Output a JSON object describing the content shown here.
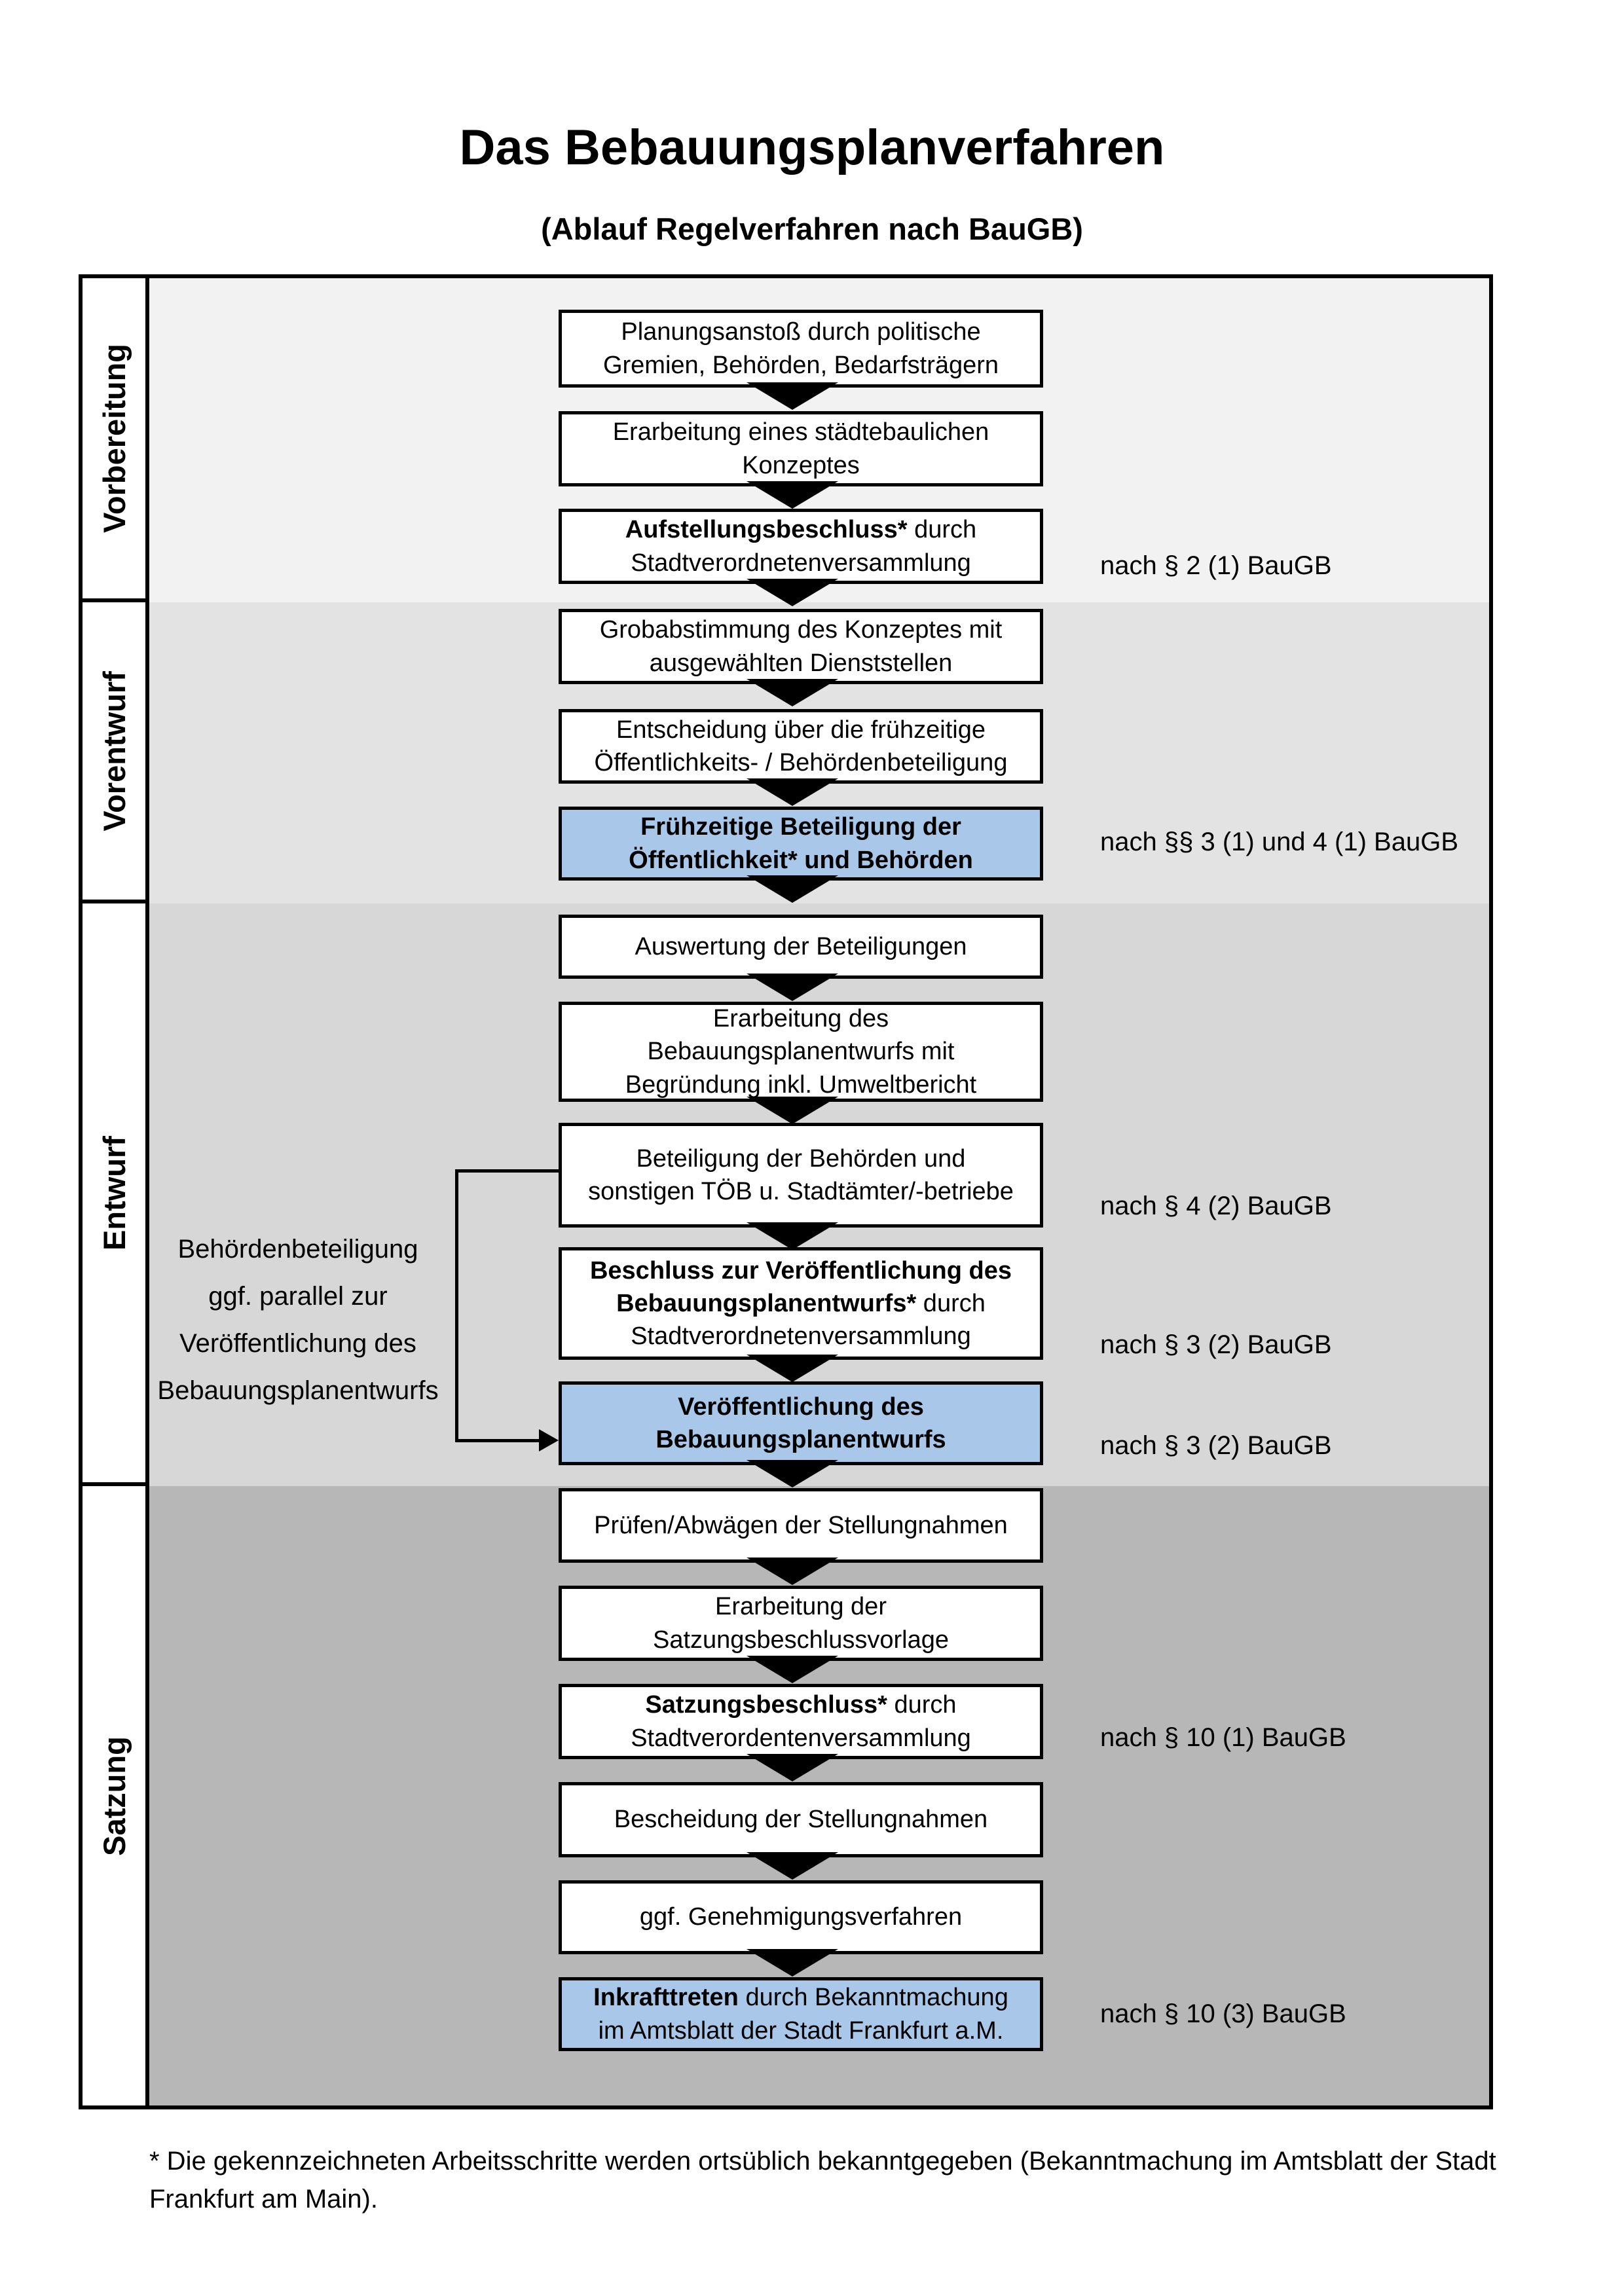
{
  "title": "Das Bebauungsplanverfahren",
  "subtitle": "(Ablauf Regelverfahren nach BauGB)",
  "colors": {
    "highlight_box": "#a9c7e8",
    "box_border": "#000000",
    "phase_band_1": "#f2f2f2",
    "phase_band_2": "#e3e3e3",
    "phase_band_3": "#d7d7d7",
    "phase_band_4": "#b7b7b7"
  },
  "phases": [
    {
      "label": "Vorbereitung",
      "color": "#f2f2f2"
    },
    {
      "label": "Vorentwurf",
      "color": "#e3e3e3"
    },
    {
      "label": "Entwurf",
      "color": "#d7d7d7"
    },
    {
      "label": "Satzung",
      "color": "#b7b7b7"
    }
  ],
  "boxes": [
    {
      "bold": "",
      "text": "Planungsanstoß durch politische\nGremien, Behörden, Bedarfsträgern",
      "highlight": false
    },
    {
      "bold": "",
      "text": "Erarbeitung eines städtebaulichen\nKonzeptes",
      "highlight": false
    },
    {
      "bold": "Aufstellungsbeschluss*",
      "text": " durch\nStadtverordnetenversammlung",
      "highlight": false
    },
    {
      "bold": "",
      "text": "Grobabstimmung des Konzeptes mit\nausgewählten Dienststellen",
      "highlight": false
    },
    {
      "bold": "",
      "text": "Entscheidung über die frühzeitige\nÖffentlichkeits- / Behördenbeteiligung",
      "highlight": false
    },
    {
      "bold": "Frühzeitige Beteiligung der\nÖffentlichkeit* und Behörden",
      "text": "",
      "highlight": true
    },
    {
      "bold": "",
      "text": "Auswertung der Beteiligungen",
      "highlight": false
    },
    {
      "bold": "",
      "text": "Erarbeitung des\nBebauungsplanentwurfs mit\nBegründung inkl. Umweltbericht",
      "highlight": false
    },
    {
      "bold": "",
      "text": "Beteiligung der Behörden und\nsonstigen TÖB u. Stadtämter/-betriebe",
      "highlight": false
    },
    {
      "bold": "Beschluss zur Veröffentlichung des\nBebauungsplanentwurfs*",
      "text": " durch\nStadtverordnetenversammlung",
      "highlight": false
    },
    {
      "bold": "Veröffentlichung des\nBebauungsplanentwurfs",
      "text": "",
      "highlight": true
    },
    {
      "bold": "",
      "text": "Prüfen/Abwägen der Stellungnahmen",
      "highlight": false
    },
    {
      "bold": "",
      "text": "Erarbeitung der\nSatzungsbeschlussvorlage",
      "highlight": false
    },
    {
      "bold": "Satzungsbeschluss*",
      "text": " durch\nStadtverordentenversammlung",
      "highlight": false
    },
    {
      "bold": "",
      "text": "Bescheidung der Stellungnahmen",
      "highlight": false
    },
    {
      "bold": "",
      "text": "ggf. Genehmigungsverfahren",
      "highlight": false
    },
    {
      "bold": "Inkrafttreten",
      "text": " durch Bekanntmachung\nim Amtsblatt der Stadt Frankfurt a.M.",
      "highlight": true
    }
  ],
  "annotations": [
    {
      "text": "nach § 2 (1) BauGB"
    },
    {
      "text": "nach §§ 3 (1) und 4 (1) BauGB"
    },
    {
      "text": "nach § 4 (2) BauGB"
    },
    {
      "text": "nach § 3 (2) BauGB"
    },
    {
      "text": "nach § 3 (2) BauGB"
    },
    {
      "text": "nach § 10 (1) BauGB"
    },
    {
      "text": "nach § 10 (3) BauGB"
    }
  ],
  "side_note": "Behördenbeteiligung\nggf. parallel zur\nVeröffentlichung des\nBebauungsplanentwurfs",
  "footnote": "* Die gekennzeichneten Arbeitsschritte werden ortsüblich bekanntgegeben (Bekanntmachung im Amtsblatt der Stadt Frankfurt am Main)."
}
